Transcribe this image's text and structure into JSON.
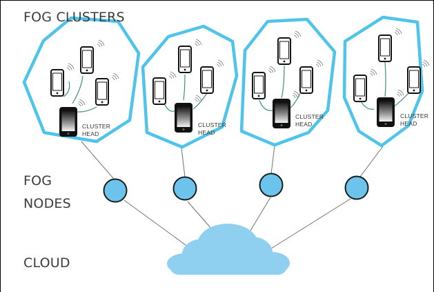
{
  "labels": {
    "fog_clusters": "FOG CLUSTERS",
    "fog": "FOG",
    "nodes": "NODES",
    "cloud": "CLOUD"
  },
  "cluster_head_line1": "CLUSTER",
  "cluster_head_line2": "HEAD",
  "clusters": [
    {
      "id": "cluster-1",
      "phones": 4
    },
    {
      "id": "cluster-2",
      "phones": 4
    },
    {
      "id": "cluster-3",
      "phones": 4
    },
    {
      "id": "cluster-4",
      "phones": 4
    }
  ],
  "fog_nodes": 4,
  "colors": {
    "cluster_outline": "#4ec4ea",
    "node_fill": "#6cc3ec",
    "node_stroke": "#1a1a1a",
    "cloud_fill": "#8fd0f0",
    "connector": "#6f6f6f",
    "phone_link": "#3a8f7e"
  },
  "icons": [
    "smartphone-icon",
    "wifi-signal-icon",
    "cloud-icon"
  ]
}
